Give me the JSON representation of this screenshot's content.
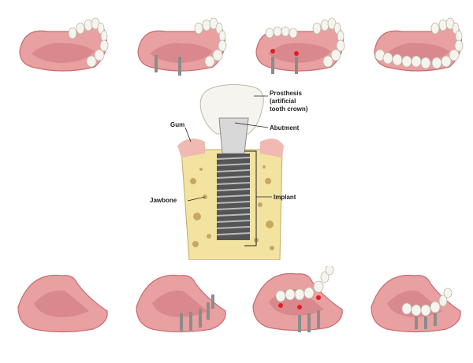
{
  "labels": {
    "prosthesis_line1": "Prosthesis",
    "prosthesis_line2": "(artificial",
    "prosthesis_line3": "tooth crown)",
    "abutment": "Abutment",
    "gum": "Gum",
    "jawbone": "Jawbone",
    "implant": "Implant"
  },
  "colors": {
    "gum": "#e8a0a0",
    "gum_dark": "#c96c72",
    "bone": "#f2e3a0",
    "bone_pore": "#c8a860",
    "tooth": "#f6f4ee",
    "metal": "#8c8c8c",
    "marker": "#e02020"
  }
}
